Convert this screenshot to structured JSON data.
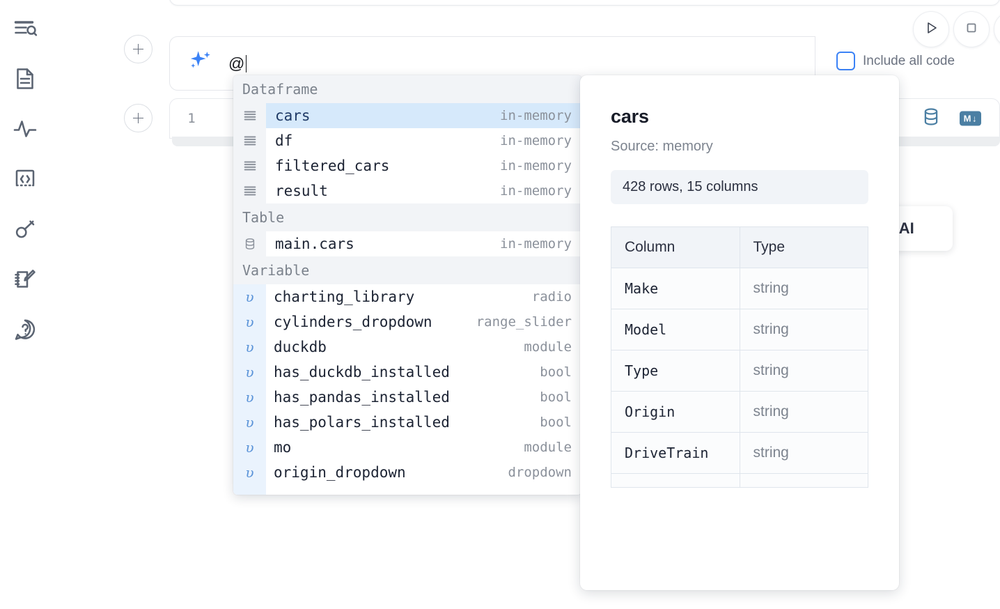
{
  "app": {
    "sidebar": {
      "items": [
        {
          "name": "explore-icon",
          "label": "Explore"
        },
        {
          "name": "document-icon",
          "label": "Notebook"
        },
        {
          "name": "activity-icon",
          "label": "Activity"
        },
        {
          "name": "code-icon",
          "label": "Snippets"
        },
        {
          "name": "key-icon",
          "label": "Secrets"
        },
        {
          "name": "scratchpad-icon",
          "label": "Scratchpad"
        },
        {
          "name": "help-icon",
          "label": "Help"
        }
      ]
    },
    "toolbar": {
      "run_label": "Run",
      "stop_label": "Interrupt",
      "include_all_code_label": "Include all code",
      "include_all_code_checked": false
    },
    "ai_cell": {
      "icon": "sparkle-icon",
      "value": "@",
      "placeholder": ""
    },
    "code_cell": {
      "line_number": "1",
      "database_icon": "database-icon",
      "markdown_badge": "M",
      "markdown_badge_arrow": "↓"
    },
    "tooltip_fragment": {
      "text": "h AI"
    }
  },
  "autocomplete": {
    "groups": [
      {
        "label": "Dataframe",
        "icon": "dataframe-icon",
        "items": [
          {
            "name": "cars",
            "type": "in-memory",
            "selected": true
          },
          {
            "name": "df",
            "type": "in-memory",
            "selected": false
          },
          {
            "name": "filtered_cars",
            "type": "in-memory",
            "selected": false
          },
          {
            "name": "result",
            "type": "in-memory",
            "selected": false
          }
        ]
      },
      {
        "label": "Table",
        "icon": "table-icon",
        "items": [
          {
            "name": "main.cars",
            "type": "in-memory",
            "selected": false
          }
        ]
      },
      {
        "label": "Variable",
        "icon": "variable-icon",
        "items": [
          {
            "name": "charting_library",
            "type": "radio",
            "selected": false
          },
          {
            "name": "cylinders_dropdown",
            "type": "range_slider",
            "selected": false
          },
          {
            "name": "duckdb",
            "type": "module",
            "selected": false
          },
          {
            "name": "has_duckdb_installed",
            "type": "bool",
            "selected": false
          },
          {
            "name": "has_pandas_installed",
            "type": "bool",
            "selected": false
          },
          {
            "name": "has_polars_installed",
            "type": "bool",
            "selected": false
          },
          {
            "name": "mo",
            "type": "module",
            "selected": false
          },
          {
            "name": "origin_dropdown",
            "type": "dropdown",
            "selected": false
          }
        ]
      }
    ]
  },
  "details": {
    "title": "cars",
    "source": "Source: memory",
    "stats": "428 rows, 15 columns",
    "headers": [
      "Column",
      "Type"
    ],
    "rows": [
      {
        "column": "Make",
        "type": "string"
      },
      {
        "column": "Model",
        "type": "string"
      },
      {
        "column": "Type",
        "type": "string"
      },
      {
        "column": "Origin",
        "type": "string"
      },
      {
        "column": "DriveTrain",
        "type": "string"
      }
    ]
  },
  "colors": {
    "accent_blue": "#3b82f6",
    "selection_blue": "#d6e9fb",
    "muted": "#8b919b",
    "icon_slate": "#5b6472",
    "badge_blue": "#4b7fa3"
  }
}
